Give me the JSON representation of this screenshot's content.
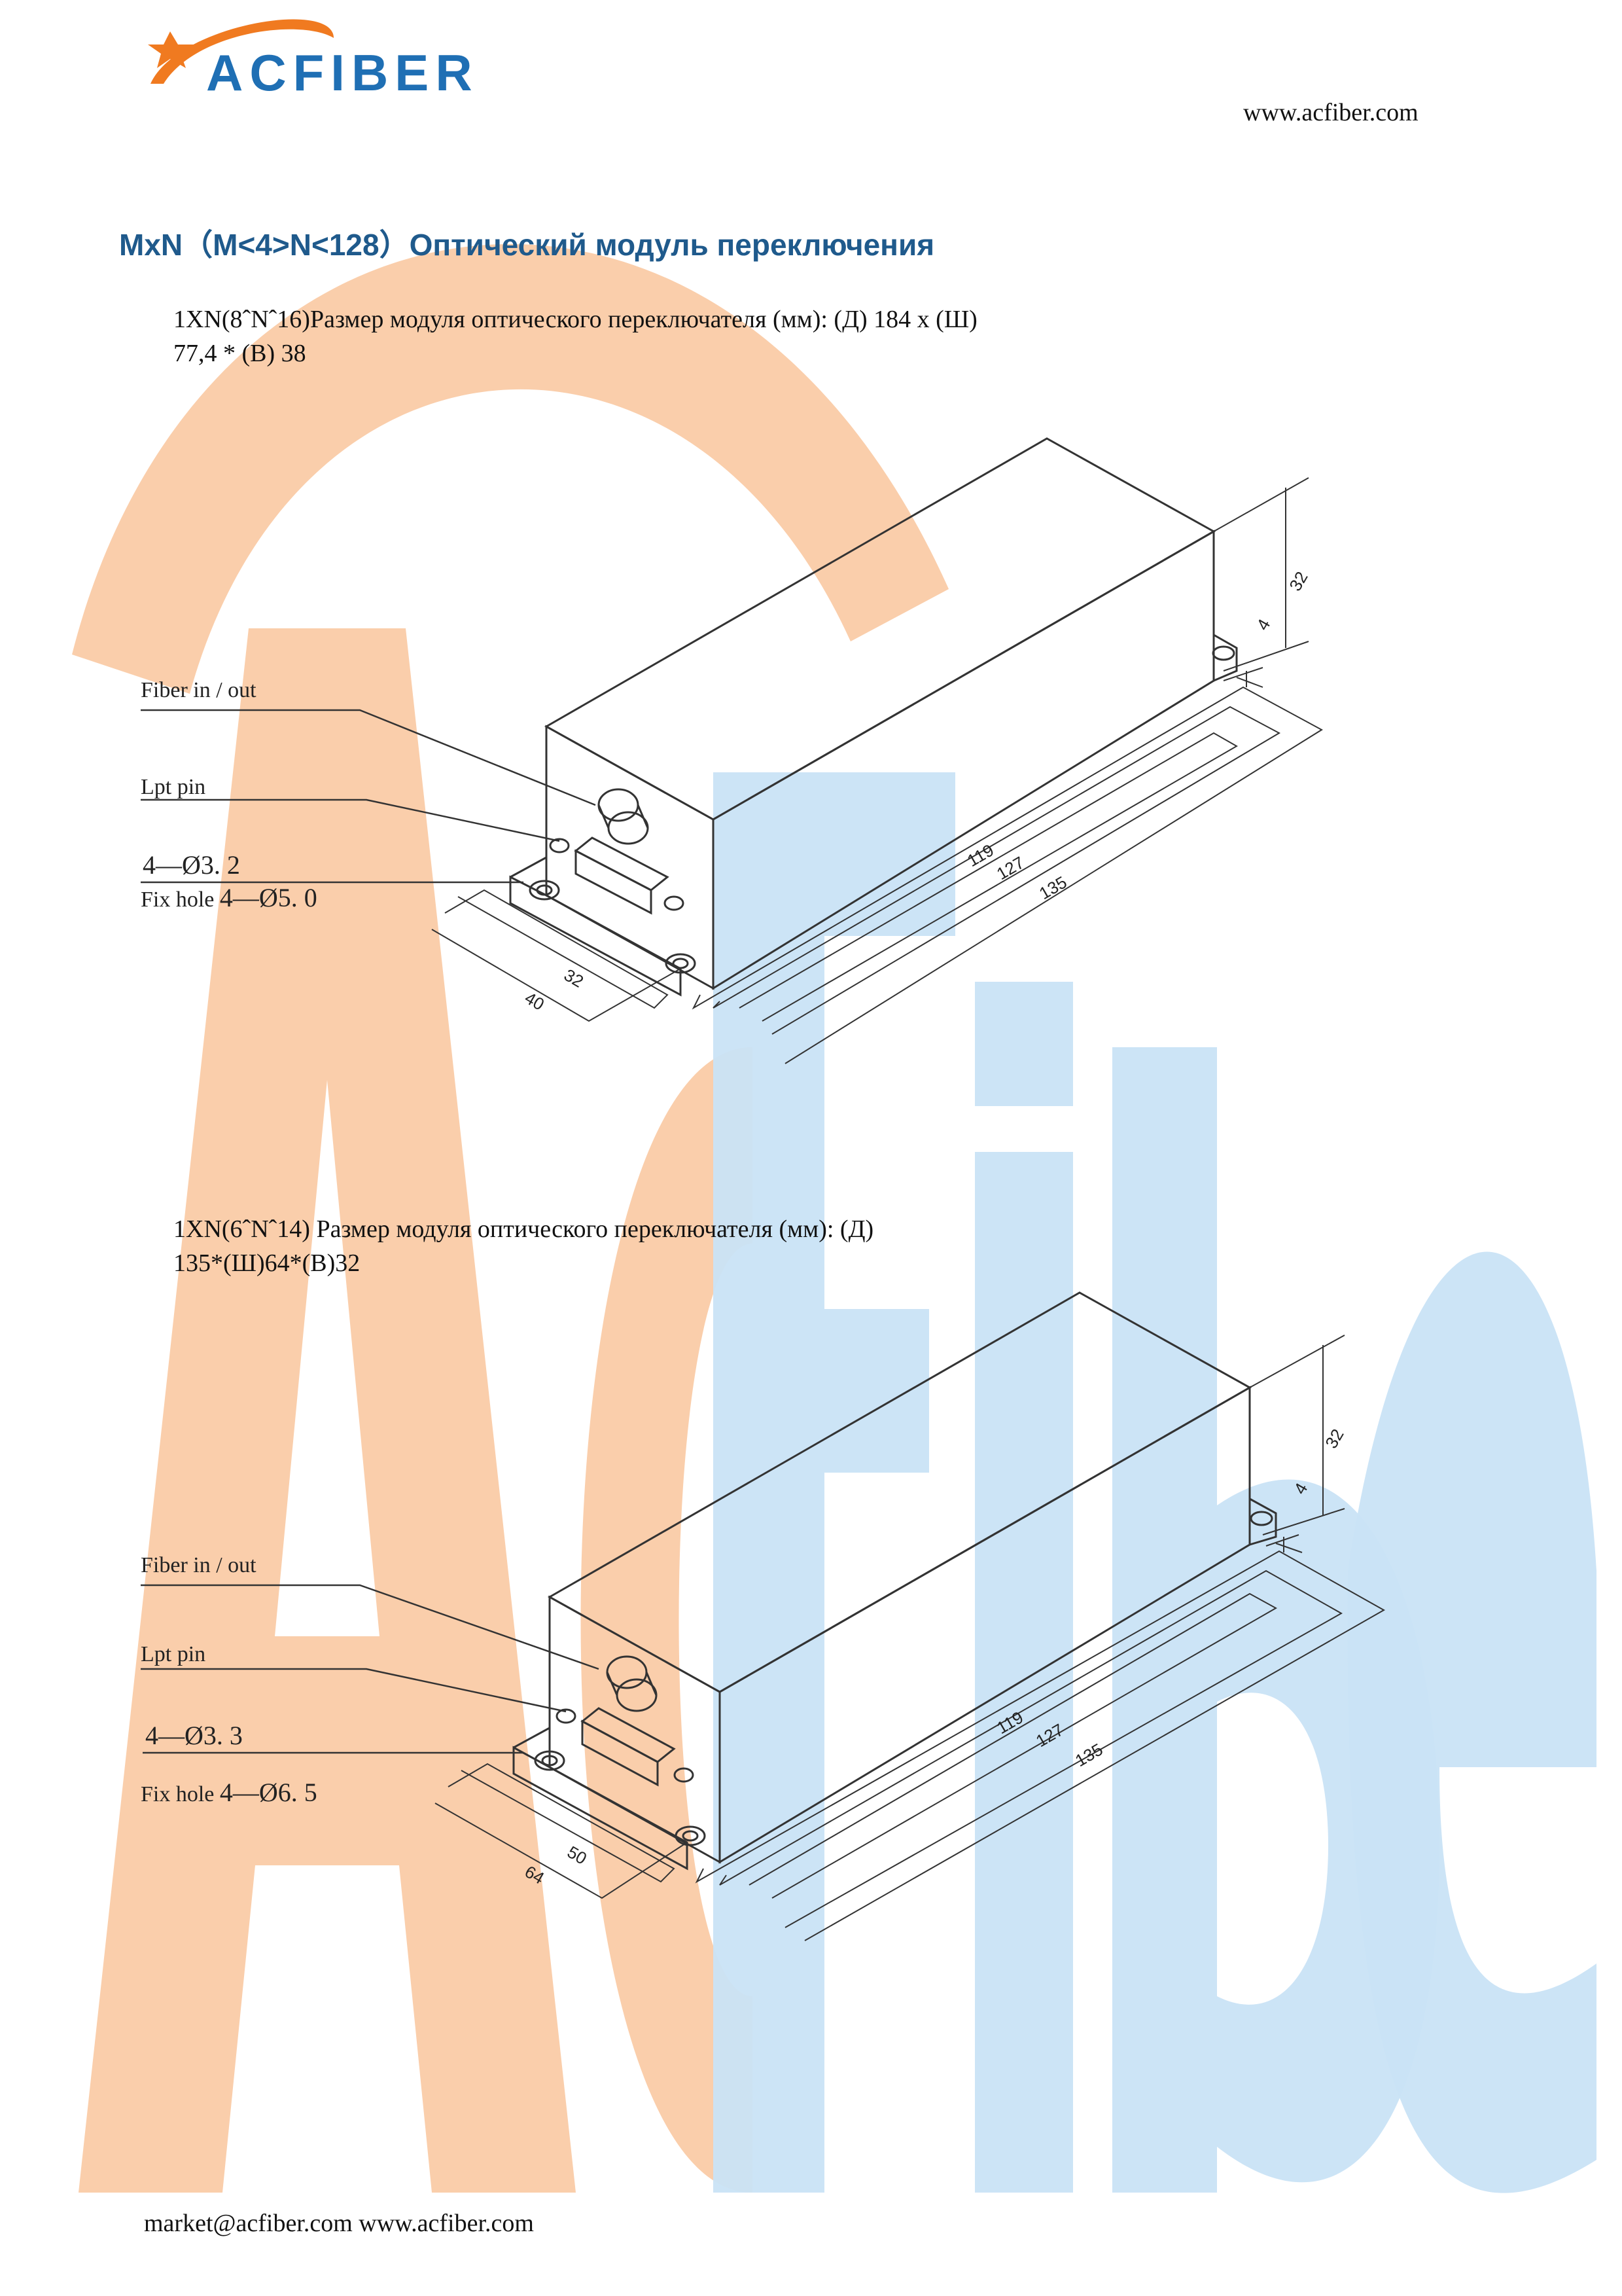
{
  "header": {
    "brand": "ACFIBER",
    "url": "www.acfiber.com"
  },
  "watermark": {
    "text": "AcFiber",
    "colors": {
      "orange": "#f9c9a2",
      "blue": "#c9e3f5"
    }
  },
  "title": "MxN（M<4>N<128）Оптический модуль переключения",
  "sections": [
    {
      "caption_line1": "1ΧN(8ˆNˆ16)Размер модуля оптического переключателя (мм): (Д) 184 x (Ш)",
      "caption_line2": "77,4 * (В) 38",
      "labels": {
        "fiber": "Fiber in / out",
        "lpt": "Lpt    pin",
        "hole_small": "4—Ø3. 2",
        "fix_prefix": "Fix hole ",
        "fix_value": "4—Ø5. 0"
      },
      "dims": {
        "height": "32",
        "flange": "4",
        "l1": "119",
        "l2": "127",
        "l3": "135",
        "w1": "32",
        "w2": "40"
      }
    },
    {
      "caption_line1": "1ΧN(6ˆNˆ14) Размер модуля оптического переключателя (мм): (Д)",
      "caption_line2": "135*(Ш)64*(В)32",
      "labels": {
        "fiber": "Fiber in / out",
        "lpt": "Lpt    pin",
        "hole_small": "4—Ø3. 3",
        "fix_prefix": "Fix hole ",
        "fix_value": "4—Ø6. 5"
      },
      "dims": {
        "height": "32",
        "flange": "4",
        "l1": "119",
        "l2": "127",
        "l3": "135",
        "w1": "50",
        "w2": "64"
      }
    }
  ],
  "footer": "market@acfiber.com www.acfiber.com",
  "colors": {
    "title": "#1f5a8c",
    "logo_blue": "#1f6fb4",
    "logo_orange": "#f07a20"
  }
}
